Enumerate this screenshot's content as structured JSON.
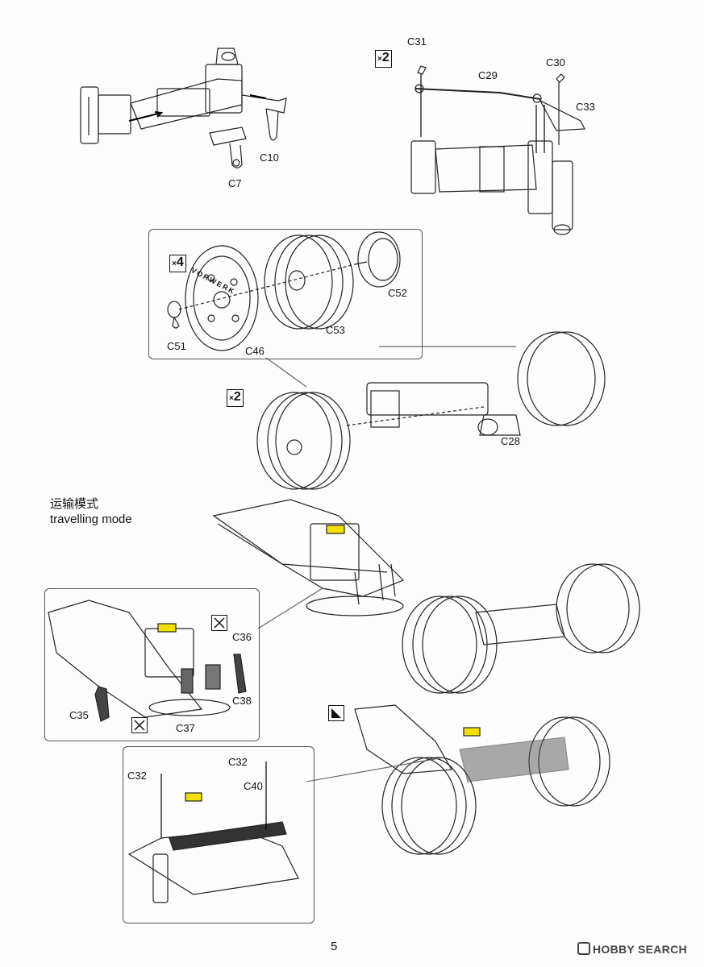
{
  "step1": {
    "parts": {
      "c7": "C7",
      "c10": "C10"
    }
  },
  "step2": {
    "multiplier": "2",
    "parts": {
      "c31": "C31",
      "c29": "C29",
      "c30": "C30",
      "c33": "C33"
    }
  },
  "wheel_inset": {
    "multiplier": "4",
    "parts": {
      "c51": "C51",
      "c46": "C46",
      "c53": "C53",
      "c52": "C52"
    },
    "tire_text": "VORWERK"
  },
  "step3": {
    "multiplier": "2",
    "parts": {
      "c28": "C28"
    }
  },
  "travelling_mode": {
    "title_cn": "运输模式",
    "title_en": "travelling mode",
    "parts": {
      "c36": "C36",
      "c38": "C38",
      "c35": "C35",
      "c37": "C37"
    }
  },
  "step4": {
    "parts": {
      "c32_left": "C32",
      "c32_right": "C32",
      "c40": "C40"
    }
  },
  "footer": {
    "page_number": "5",
    "watermark": "HOBBY SEARCH"
  },
  "icons": [
    "multiplier-icon",
    "cut-icon",
    "paint-icon"
  ],
  "colors": {
    "ink": "#111111",
    "paper": "#fdfdfd",
    "highlight": "#f2e000"
  }
}
